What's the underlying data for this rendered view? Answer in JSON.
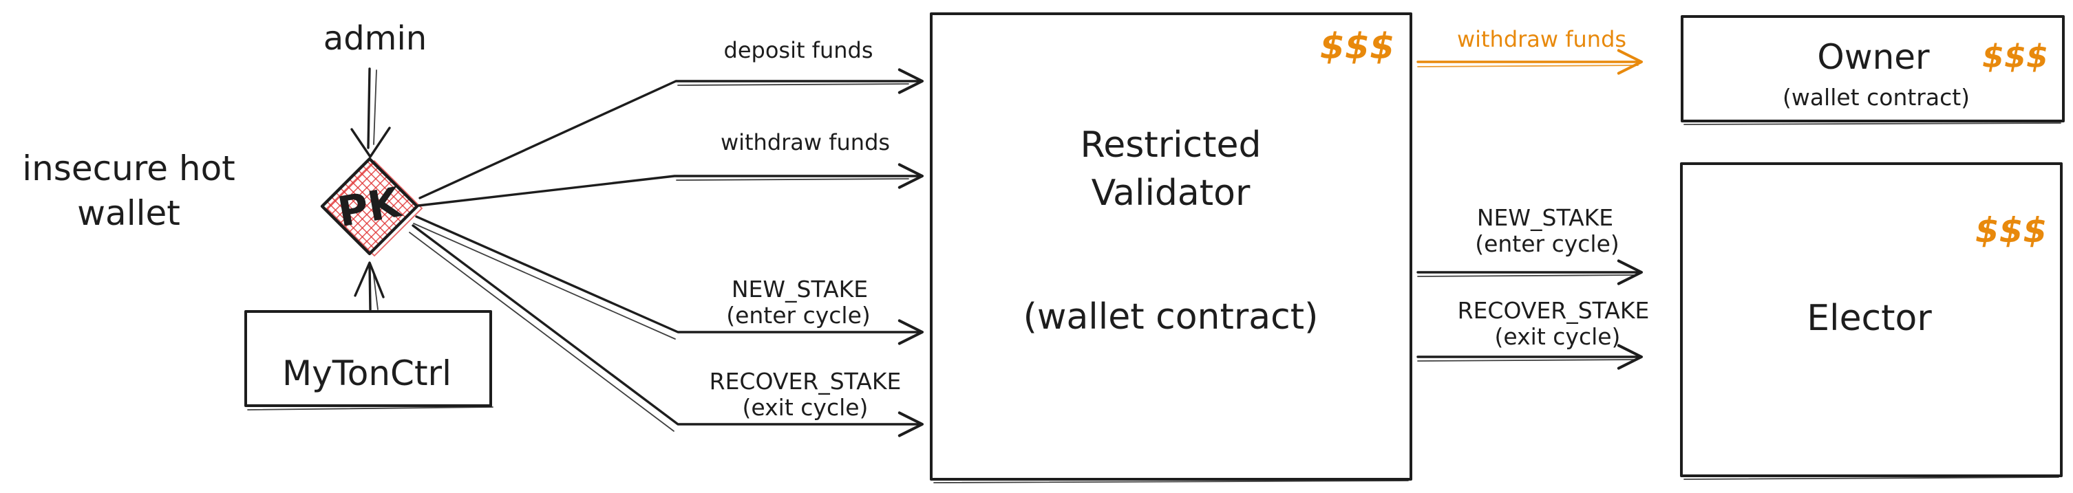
{
  "colors": {
    "ink": "#1d1d1d",
    "accent_orange": "#e8890c",
    "hatch_red": "#e03131"
  },
  "caption": {
    "line1": "insecure hot",
    "line2": "wallet"
  },
  "nodes": {
    "pk": {
      "label": "PK"
    },
    "mytonctrl": {
      "label": "MyTonCtrl"
    },
    "restricted_validator": {
      "title_line1": "Restricted",
      "title_line2": "Validator",
      "subtitle": "(wallet contract)",
      "money": "$$$"
    },
    "owner": {
      "title": "Owner",
      "subtitle": "(wallet contract)",
      "money": "$$$"
    },
    "elector": {
      "title": "Elector",
      "money": "$$$"
    }
  },
  "edges": {
    "admin_to_pk": {
      "label": "admin"
    },
    "pk_deposit": {
      "label": "deposit funds"
    },
    "pk_withdraw": {
      "label": "withdraw funds"
    },
    "pk_new_stake": {
      "label": "NEW_STAKE",
      "sublabel": "(enter cycle)"
    },
    "pk_recover_stake": {
      "label": "RECOVER_STAKE",
      "sublabel": "(exit cycle)"
    },
    "validator_withdraw_to_owner": {
      "label": "withdraw funds"
    },
    "validator_new_stake_to_elector": {
      "label": "NEW_STAKE",
      "sublabel": "(enter cycle)"
    },
    "validator_recover_stake_to_elector": {
      "label": "RECOVER_STAKE",
      "sublabel": "(exit cycle)"
    }
  }
}
